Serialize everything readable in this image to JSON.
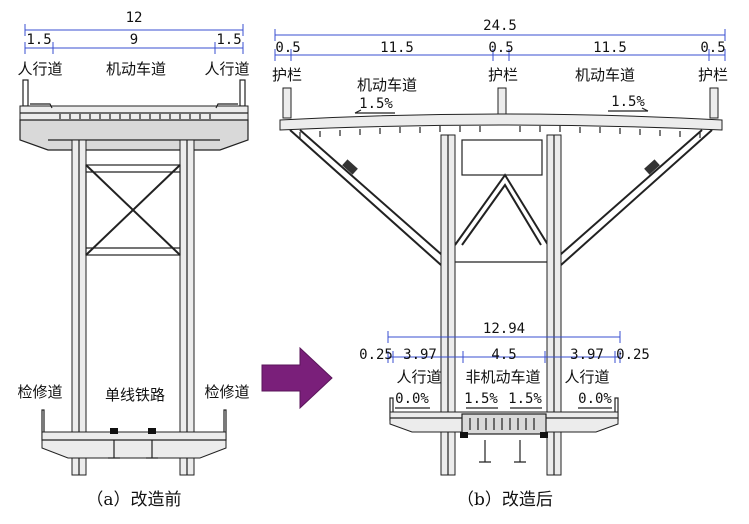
{
  "panel_a": {
    "caption": "（a）改造前",
    "dim_total": "12",
    "dim_left": "1.5",
    "dim_mid": "9",
    "dim_right": "1.5",
    "label_sidewalk_left": "人行道",
    "label_motor": "机动车道",
    "label_sidewalk_right": "人行道",
    "label_maint_left": "检修道",
    "label_rail": "单线铁路",
    "label_maint_right": "检修道"
  },
  "panel_b": {
    "caption": "（b）改造后",
    "dim_total": "24.5",
    "dim_seg1": "0.5",
    "dim_seg2": "11.5",
    "dim_seg3": "0.5",
    "dim_seg4": "11.5",
    "dim_seg5": "0.5",
    "label_guard_left": "护栏",
    "label_motor_left": "机动车道",
    "label_guard_mid": "护栏",
    "label_motor_right": "机动车道",
    "label_guard_right": "护栏",
    "slope_left": "1.5%",
    "slope_right": "1.5%",
    "lower_dim_total": "12.94",
    "lower_dim_left_a": "0.25",
    "lower_dim_left_b": "3.97",
    "lower_dim_mid": "4.5",
    "lower_dim_right_b": "3.97",
    "lower_dim_right_a": "0.25",
    "label_lower_sidewalk_left": "人行道",
    "label_nonmotor": "非机动车道",
    "label_lower_sidewalk_right": "人行道",
    "lower_slope_left": "0.0%",
    "lower_slope_mid_l": "1.5%",
    "lower_slope_mid_r": "1.5%",
    "lower_slope_right": "0.0%"
  },
  "arrow_color": "#7a1f7a"
}
